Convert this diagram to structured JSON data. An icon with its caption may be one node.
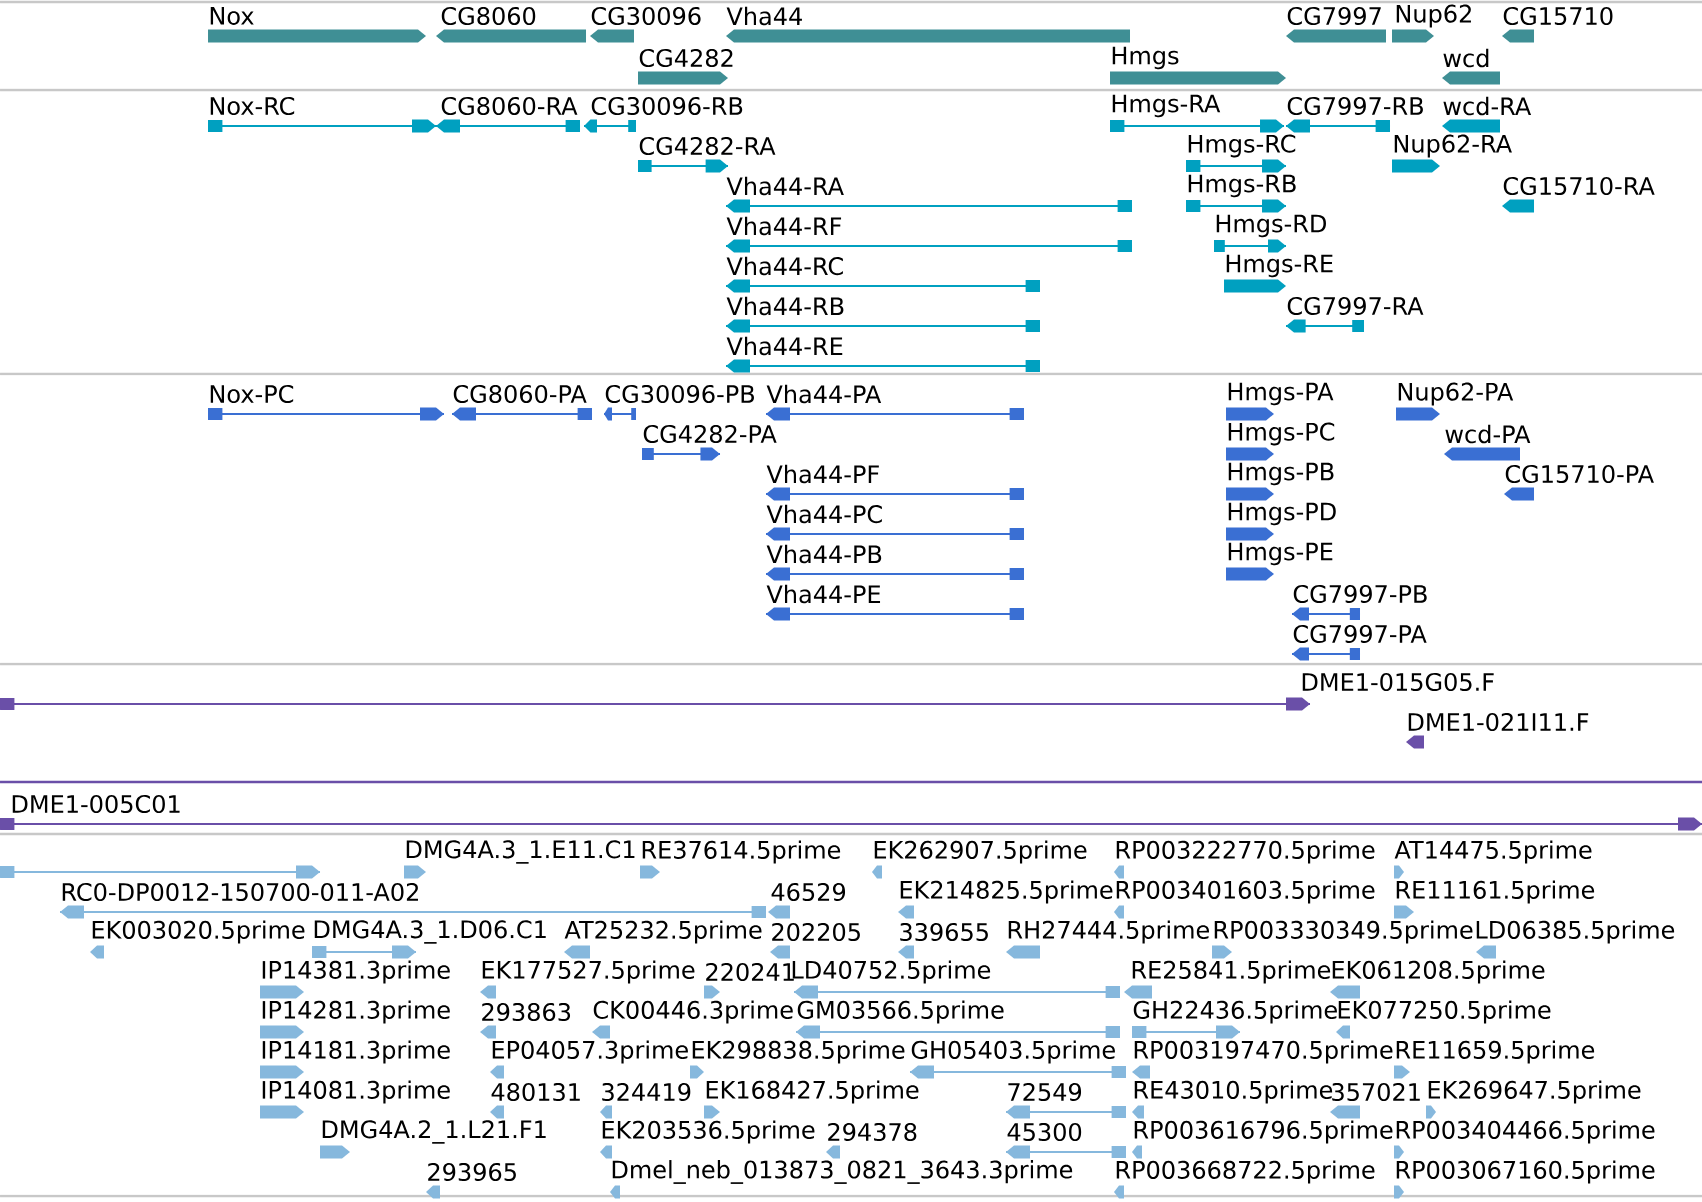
{
  "diagram": {
    "labels": [
      "Nox",
      "CG8060",
      "CG30096",
      "Vha44",
      "CG7997",
      "Nup62",
      "CG15710",
      "CG4282",
      "Hmgs",
      "wcd",
      "Nox-RC",
      "CG8060-RA",
      "CG30096-RB",
      "Hmgs-RA",
      "CG7997-RB",
      "wcd-RA",
      "CG4282-RA",
      "Hmgs-RC",
      "Nup62-RA",
      "Vha44-RA",
      "Hmgs-RB",
      "CG15710-RA",
      "Vha44-RF",
      "Hmgs-RD",
      "Vha44-RC",
      "Hmgs-RE",
      "Vha44-RB",
      "CG7997-RA",
      "Vha44-RE",
      "Nox-PC",
      "CG8060-PA",
      "CG30096-PB",
      "Vha44-PA",
      "Hmgs-PA",
      "Nup62-PA",
      "CG4282-PA",
      "Hmgs-PC",
      "wcd-PA",
      "Vha44-PF",
      "Hmgs-PB",
      "CG15710-PA",
      "Vha44-PC",
      "Hmgs-PD",
      "Vha44-PB",
      "Hmgs-PE",
      "Vha44-PE",
      "CG7997-PB",
      "CG7997-PA",
      "DME1-015G05.F",
      "DME1-021I11.F",
      "DME1-005C01",
      "DMG4A.3_1.E11.C1",
      "RE37614.5prime",
      "EK262907.5prime",
      "RP003222770.5prime",
      "AT14475.5prime",
      "RC0-DP0012-150700-011-A02",
      "46529",
      "EK214825.5prime",
      "RP003401603.5prime",
      "RE11161.5prime",
      "EK003020.5prime",
      "DMG4A.3_1.D06.C1",
      "AT25232.5prime",
      "202205",
      "339655",
      "RH27444.5prime",
      "RP003330349.5prime",
      "LD06385.5prime",
      "IP14381.3prime",
      "EK177527.5prime",
      "220241",
      "LD40752.5prime",
      "RE25841.5prime",
      "EK061208.5prime",
      "IP14281.3prime",
      "293863",
      "CK00446.3prime",
      "GM03566.5prime",
      "GH22436.5prime",
      "EK077250.5prime",
      "IP14181.3prime",
      "EP04057.3prime",
      "EK298838.5prime",
      "GH05403.5prime",
      "RP003197470.5prime",
      "RE11659.5prime",
      "IP14081.3prime",
      "480131",
      "324419",
      "EK168427.5prime",
      "72549",
      "RE43010.5prime",
      "357021",
      "EK269647.5prime",
      "DMG4A.2_1.L21.F1",
      "EK203536.5prime",
      "294378",
      "45300",
      "RP003616796.5prime",
      "RP003404466.5prime",
      "293965",
      "Dmel_neb_013873_0821_3643.3prime",
      "RP003668722.5prime",
      "RP003067160.5prime"
    ]
  }
}
